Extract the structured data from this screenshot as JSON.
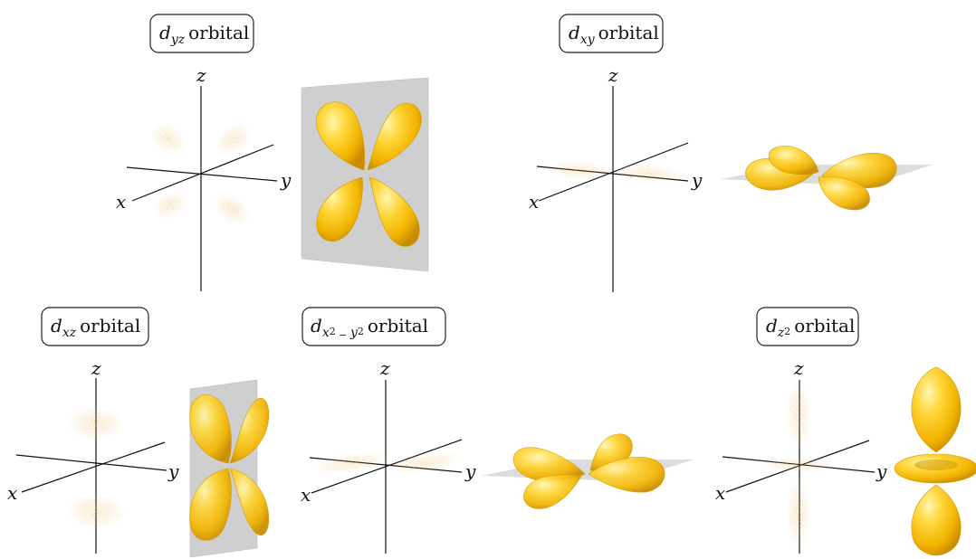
{
  "panels": {
    "dyz": {
      "name": "d",
      "sub": "yz",
      "word": "orbital"
    },
    "dxy": {
      "name": "d",
      "sub": "xy",
      "word": "orbital"
    },
    "dxz": {
      "name": "d",
      "sub": "xz",
      "word": "orbital"
    },
    "dx2y2": {
      "name": "d",
      "sub_x": "x",
      "sub_2a": "2",
      "sub_minus": " − ",
      "sub_y": "y",
      "sub_2b": "2",
      "word": "orbital"
    },
    "dz2": {
      "name": "d",
      "sub": "z",
      "sub_2": "2",
      "word": "orbital"
    }
  },
  "axes": {
    "x": "x",
    "y": "y",
    "z": "z"
  },
  "colors": {
    "lobe": "#f5c518",
    "lobe_dark": "#d9a100",
    "plane": "#cfcfcf",
    "dots": "#e0b050"
  }
}
